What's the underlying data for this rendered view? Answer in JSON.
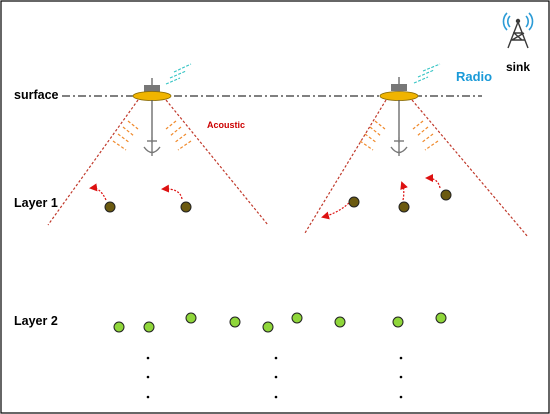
{
  "labels": {
    "surface": "surface",
    "acoustic": "Acoustic",
    "radio": "Radio",
    "sink": "sink",
    "layer1": "Layer 1",
    "layer2": "Layer 2"
  },
  "colors": {
    "frame": "#000000",
    "cone": "#c0392b",
    "acoustic_waves": "#f08a2c",
    "acoustic_text": "#cc0000",
    "radio_waves": "#35c4c4",
    "radio_text": "#1a9ad8",
    "sink_icon": "#3a3a3a",
    "sink_waves": "#2b9bd6",
    "layer1_node": "#6b5a10",
    "layer2_node": "#8fd63a",
    "move_arrow": "#dd1111",
    "buoy": "#f0b400"
  },
  "icons": {
    "sink": "radio-tower-icon",
    "buoy": "surface-buoy-icon",
    "anchor": "anchor-icon"
  }
}
